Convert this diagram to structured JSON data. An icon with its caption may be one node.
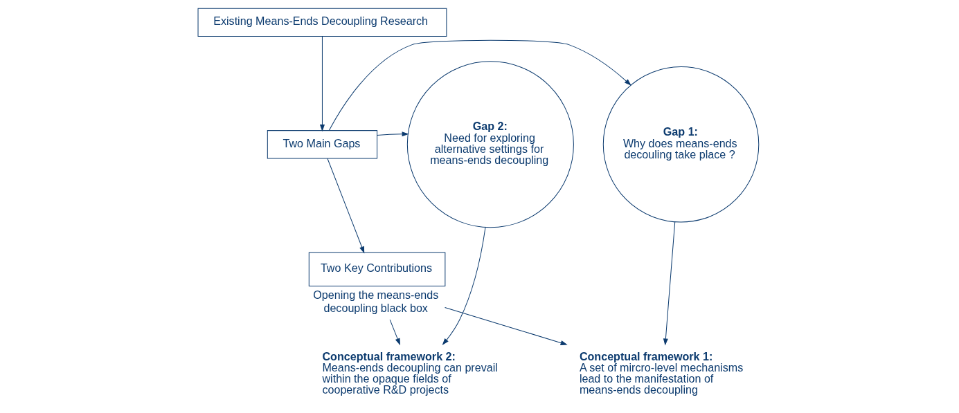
{
  "diagram": {
    "nodes": [
      {
        "text": [
          "Existing Means-Ends Decoupling Research"
        ]
      },
      {
        "text": [
          "Two Main Gaps"
        ]
      },
      {
        "text": [
          "Gap 1:",
          "Why does means-ends decouling take place ?"
        ]
      },
      {
        "text": [
          "Gap 2:",
          "Need for exploring alternative settings for means-ends decoupling"
        ]
      },
      {
        "text": [
          "Two Key Contributions"
        ],
        "beside": [
          "Opening the means-ends decoupling black box"
        ]
      },
      {
        "text": [
          "Conceptual framework 1:",
          "A set of mircro-level mechanisms lead to the manifestation of means-ends decoupling"
        ]
      },
      {
        "text": [
          "Conceptual framework 2:",
          "Means-ends decoupling can prevail within the opaque fields of cooperative R&D projects"
        ]
      }
    ],
    "edges": [
      {
        "from": 0,
        "to": 1,
        "arrow": "to"
      },
      {
        "from": 1,
        "to": 2,
        "arrow": "to"
      },
      {
        "from": 1,
        "to": 3,
        "arrow": "to"
      },
      {
        "from": 1,
        "to": 4,
        "arrow": "to"
      },
      {
        "from": 2,
        "to": 5,
        "arrow": "to"
      },
      {
        "from": 4,
        "to": 5,
        "arrow": "to"
      },
      {
        "from": 4,
        "to": 6,
        "arrow": "to"
      },
      {
        "from": 3,
        "to": 6,
        "arrow": "to"
      }
    ]
  }
}
